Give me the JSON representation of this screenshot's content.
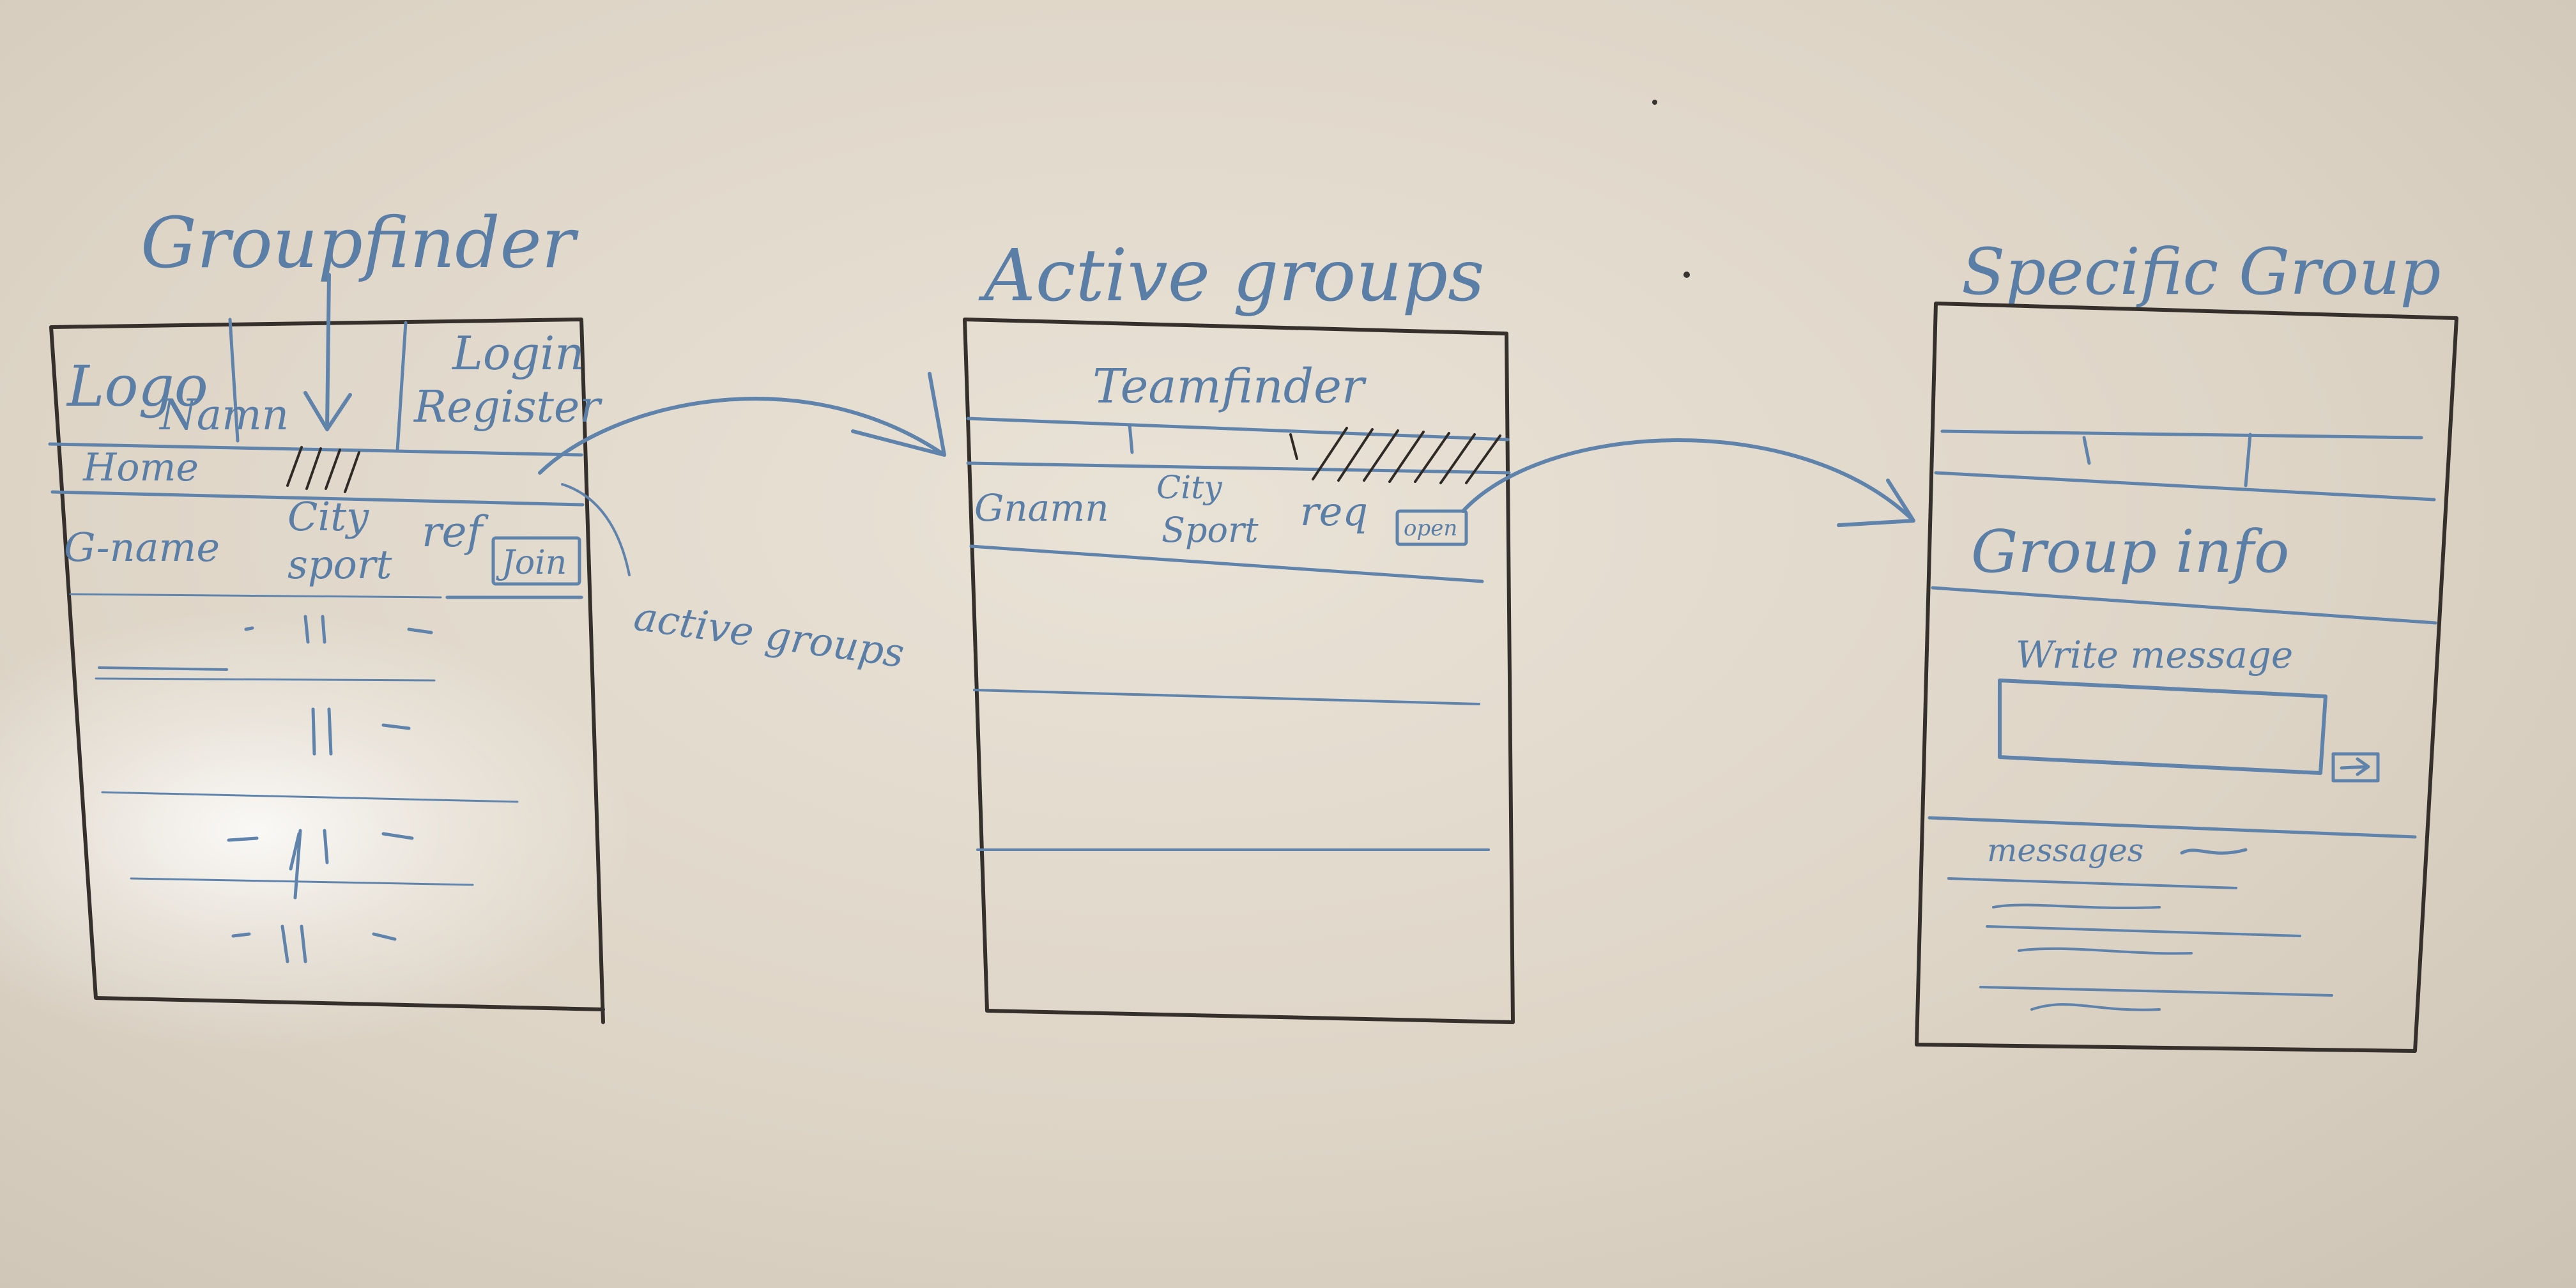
{
  "screens": [
    {
      "title": "Groupfinder",
      "header": {
        "logo": "Logo",
        "name": "Namn",
        "login": "Login",
        "register": "Register"
      },
      "nav_home": "Home",
      "row": {
        "name": "G-name",
        "city": "City",
        "sport": "sport",
        "req": "ref",
        "button": "Join"
      }
    },
    {
      "title": "Active groups",
      "header": "Teamfinder",
      "row": {
        "name": "Gnamn",
        "city": "City",
        "sport": "Sport",
        "req": "req",
        "button": "open"
      }
    },
    {
      "title": "Specific Group",
      "group_info": "Group info",
      "write_message": "Write message",
      "send_icon": "arrow-right-icon",
      "messages": "messages"
    }
  ],
  "annotation": "active groups",
  "colors": {
    "marker_blue": "#5b7ea6",
    "marker_black": "#2f2a26",
    "board": "#e4dccf"
  }
}
